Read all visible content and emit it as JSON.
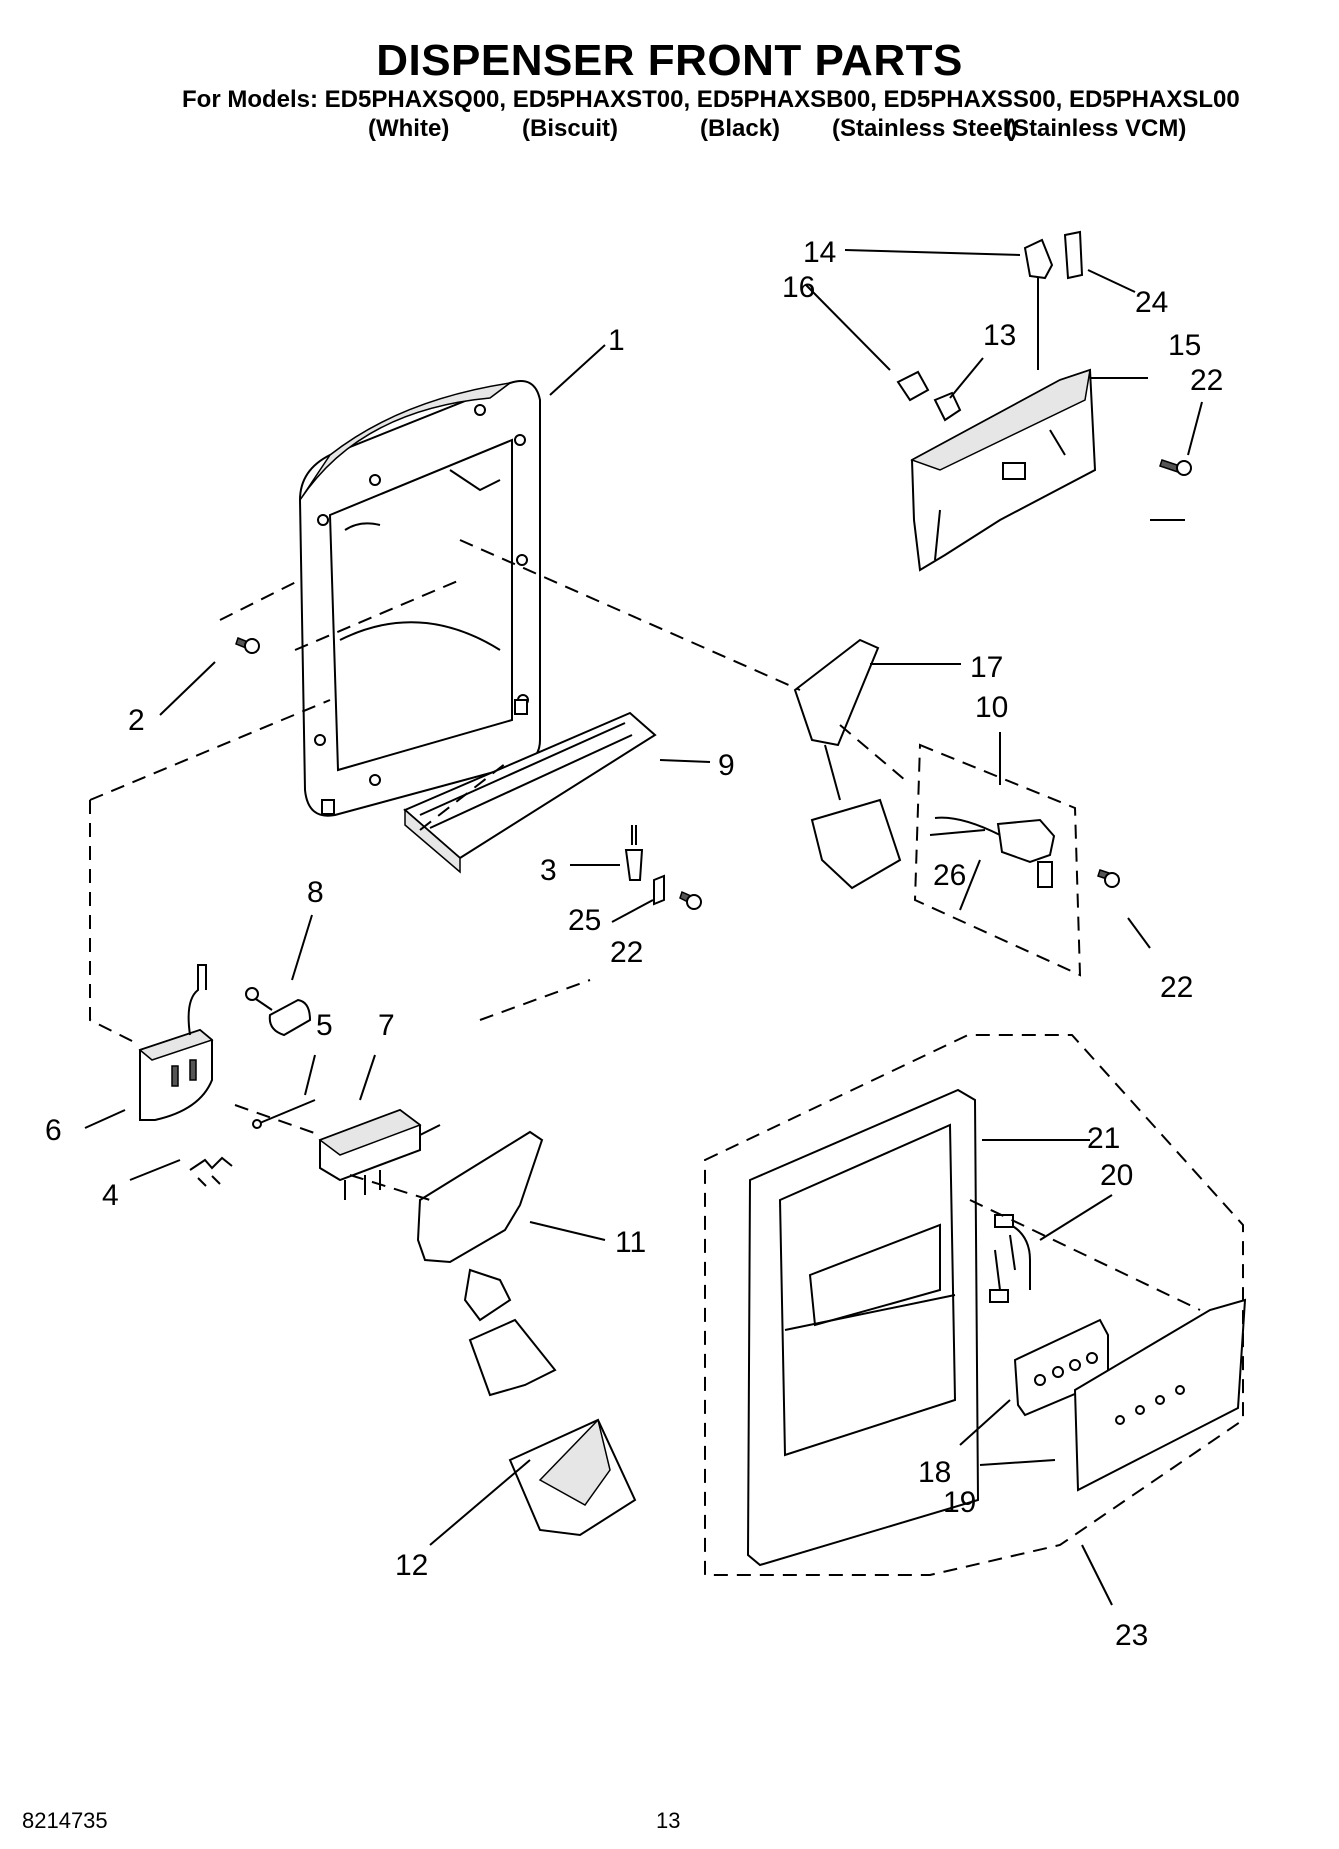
{
  "header": {
    "title": "DISPENSER FRONT PARTS",
    "models_line": "For Models: ED5PHAXSQ00, ED5PHAXST00, ED5PHAXSB00, ED5PHAXSS00, ED5PHAXSL00",
    "colors": [
      "(White)",
      "(Biscuit)",
      "(Black)",
      "(Stainless Steel)",
      "(Stainless VCM)"
    ]
  },
  "callouts": [
    "1",
    "2",
    "3",
    "4",
    "5",
    "6",
    "7",
    "8",
    "9",
    "10",
    "11",
    "12",
    "13",
    "14",
    "15",
    "16",
    "17",
    "18",
    "19",
    "20",
    "21",
    "22",
    "22",
    "22",
    "23",
    "24",
    "25",
    "26"
  ],
  "footer": {
    "doc_number": "8214735",
    "page_number": "13"
  }
}
